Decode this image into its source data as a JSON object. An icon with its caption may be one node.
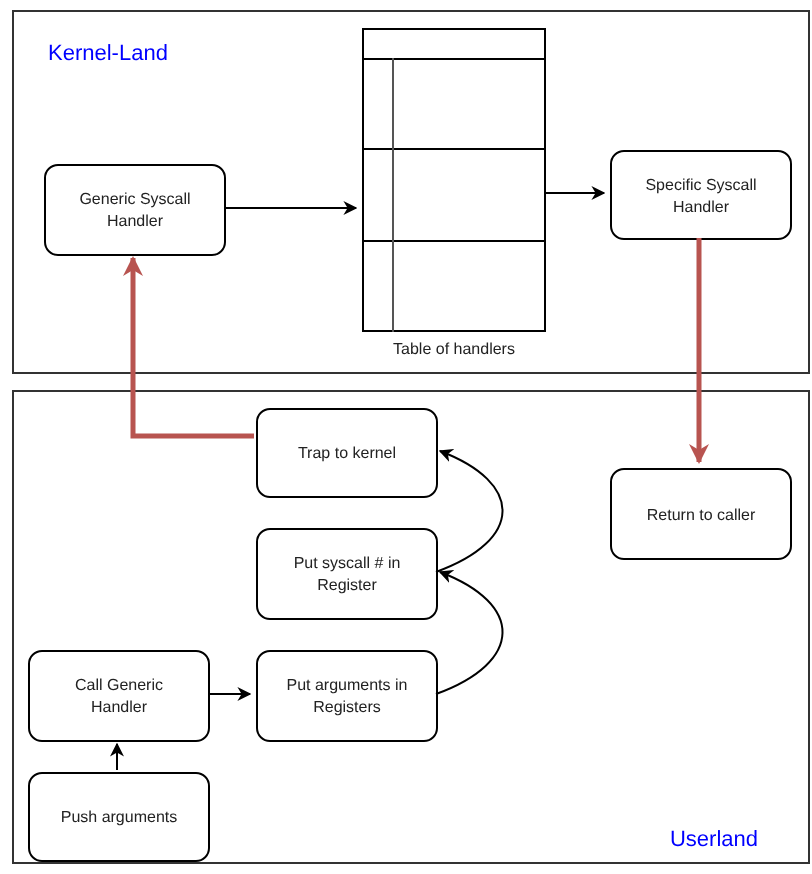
{
  "diagram": {
    "nodes": [
      {
        "text": [
          "Kernel-Land"
        ]
      },
      {
        "text": [
          "Generic Syscall Handler"
        ],
        "in": 0
      },
      {
        "text": [
          "Table of handlers"
        ],
        "in": 0
      },
      {
        "text": [
          "Specific Syscall Handler"
        ],
        "in": 0
      },
      {
        "text": [
          "Userland"
        ]
      },
      {
        "text": [
          "Trap to kernel"
        ],
        "in": 4
      },
      {
        "text": [
          "Return to caller"
        ],
        "in": 4
      },
      {
        "text": [
          "Put syscall # in Register"
        ],
        "in": 4
      },
      {
        "text": [
          "Call Generic Handler"
        ],
        "in": 4
      },
      {
        "text": [
          "Put arguments in Registers"
        ],
        "in": 4
      },
      {
        "text": [
          "Push arguments"
        ],
        "in": 4
      }
    ],
    "edges": [
      {
        "from": 1,
        "to": 2,
        "arrow": "to"
      },
      {
        "from": 2,
        "to": 3,
        "arrow": "to"
      },
      {
        "from": 3,
        "to": 6,
        "arrow": "to",
        "style": "thick",
        "color": "#b85450"
      },
      {
        "from": 5,
        "to": 1,
        "arrow": "to",
        "style": "thick",
        "color": "#b85450"
      },
      {
        "from": 9,
        "to": 7,
        "arrow": "to"
      },
      {
        "from": 7,
        "to": 5,
        "arrow": "to"
      },
      {
        "from": 8,
        "to": 9,
        "arrow": "to"
      },
      {
        "from": 10,
        "to": 8,
        "arrow": "to"
      }
    ]
  }
}
